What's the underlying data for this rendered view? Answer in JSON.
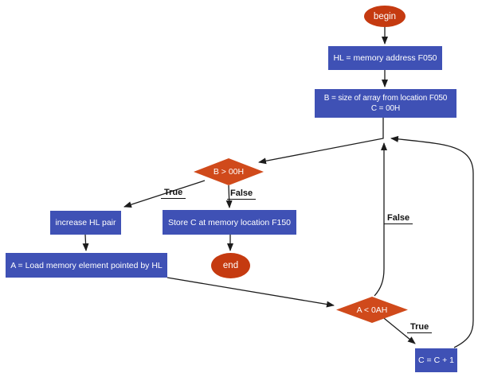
{
  "diagram": {
    "title": "flowchart",
    "colors": {
      "background": "#ffffff",
      "terminal_fill": "#c53a10",
      "decision_fill": "#d04a1b",
      "process_fill": "#3f51b5",
      "edge_color": "#1c1c1c",
      "label_color": "#111111"
    },
    "nodes": {
      "begin": {
        "label": "begin"
      },
      "set_hl": {
        "label": "HL = memory address F050"
      },
      "set_b": {
        "line1": "B = size of array from location F050",
        "line2": "C = 00H"
      },
      "check_b": {
        "label": "B > 00H"
      },
      "increase_hl": {
        "label": "increase HL pair"
      },
      "store_c": {
        "label": "Store C at memory location F150"
      },
      "end": {
        "label": "end"
      },
      "load_a": {
        "label": "A = Load memory element pointed by HL"
      },
      "check_a": {
        "label": "A < 0AH"
      },
      "inc_c": {
        "label": "C = C + 1"
      }
    },
    "edge_labels": {
      "b_true": "True",
      "b_false": "False",
      "a_false": "False",
      "a_true": "True"
    }
  }
}
